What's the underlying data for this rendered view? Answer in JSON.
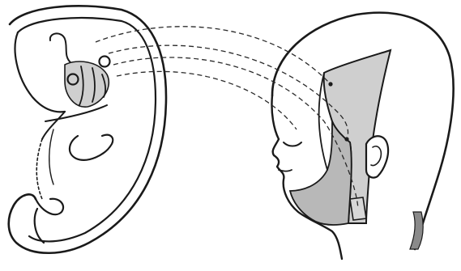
{
  "figure": {
    "panels": [
      {
        "id": "embryo",
        "description_icon": "embryo-drawing"
      },
      {
        "id": "head",
        "description_icon": "adult-head-profile"
      }
    ],
    "colors": {
      "ink": "#1a1a1a",
      "shade_light": "#cfcfcf",
      "shade_mid": "#b8b8b8",
      "background": "#ffffff"
    },
    "connector_count": 4
  }
}
